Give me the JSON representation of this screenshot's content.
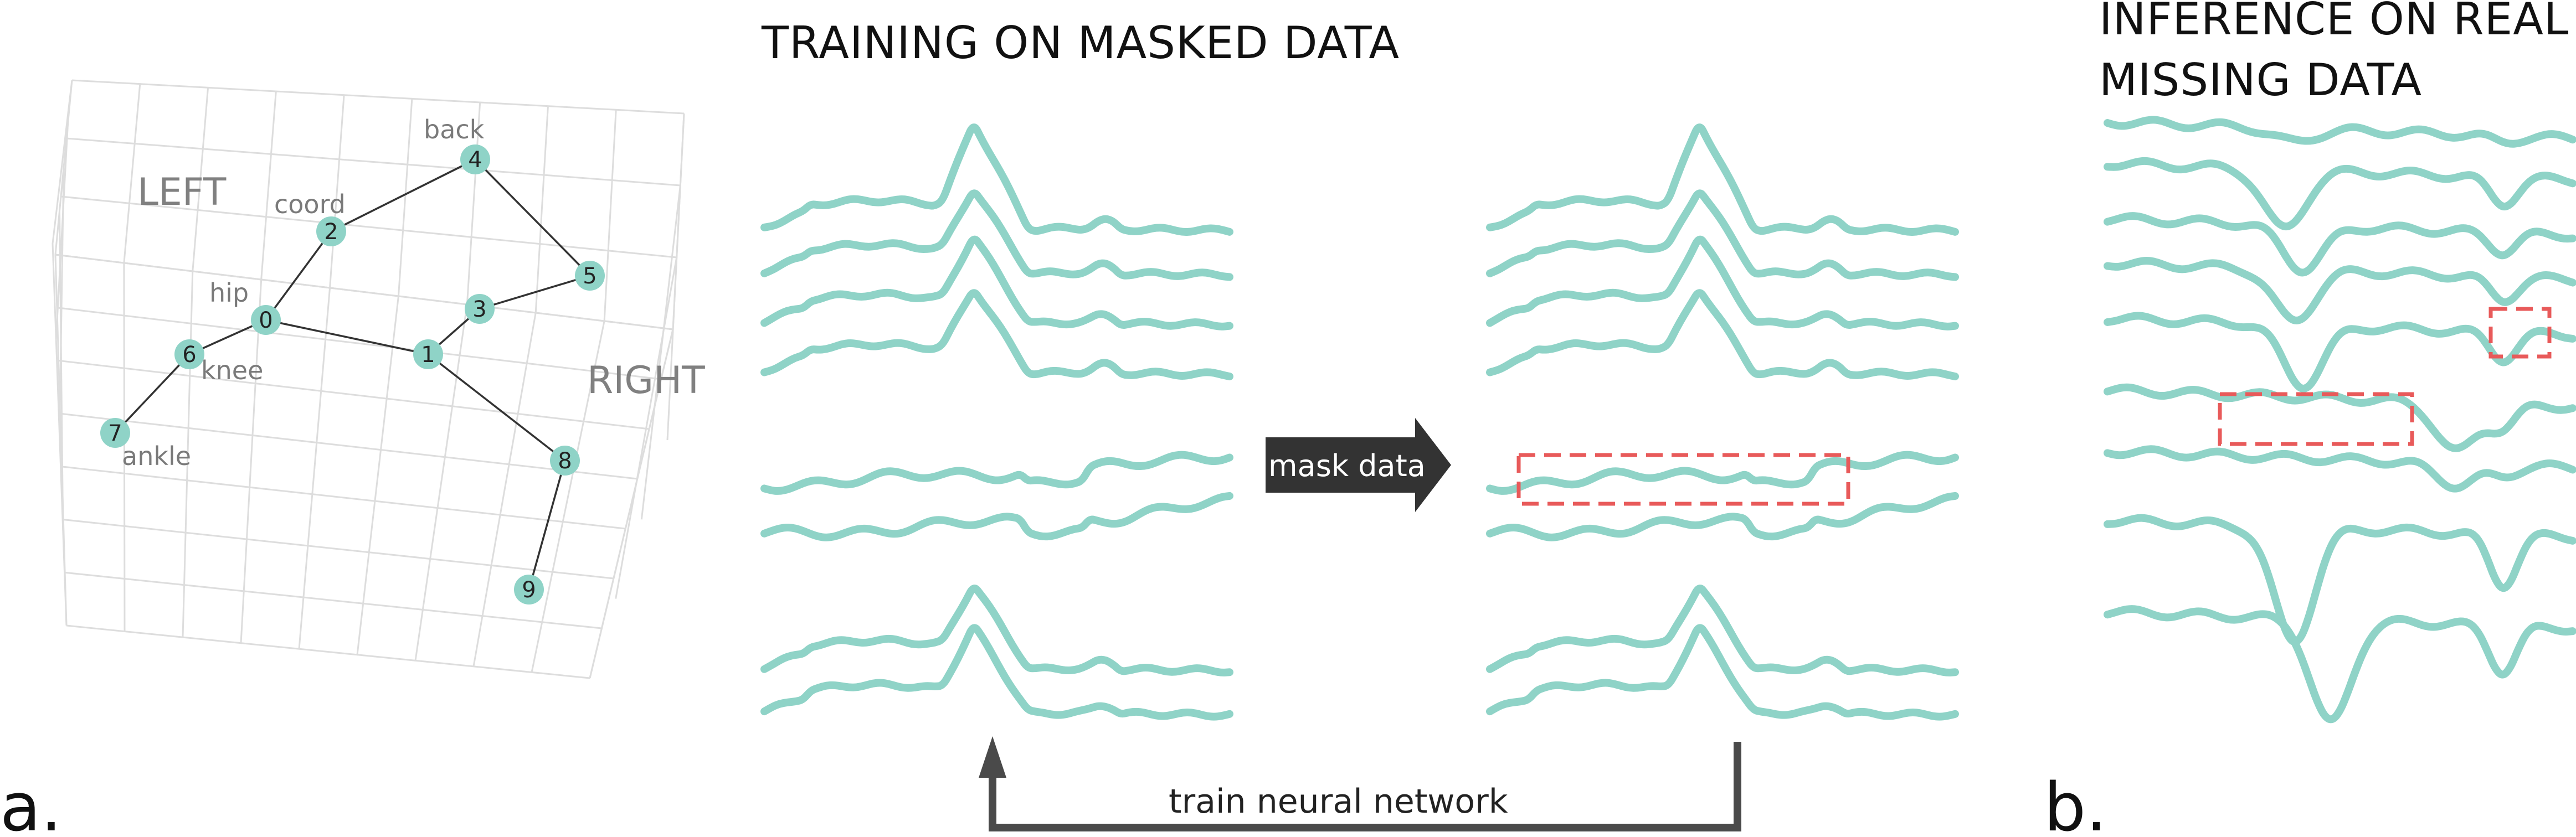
{
  "colors": {
    "trace": "#8fd3c7",
    "node": "#8fd3c7",
    "mask": "#e85a5a",
    "arrow_fill": "#333333",
    "loop_arrow": "#4a4a4a",
    "grid": "#dddddd"
  },
  "panel_a": {
    "letter": "a.",
    "side_left": "LEFT",
    "side_right": "RIGHT",
    "joint_labels": {
      "back": "back",
      "coord": "coord",
      "hip": "hip",
      "knee": "knee",
      "ankle": "ankle"
    },
    "nodes": [
      {
        "id": "0",
        "label": "0"
      },
      {
        "id": "1",
        "label": "1"
      },
      {
        "id": "2",
        "label": "2"
      },
      {
        "id": "3",
        "label": "3"
      },
      {
        "id": "4",
        "label": "4"
      },
      {
        "id": "5",
        "label": "5"
      },
      {
        "id": "6",
        "label": "6"
      },
      {
        "id": "7",
        "label": "7"
      },
      {
        "id": "8",
        "label": "8"
      },
      {
        "id": "9",
        "label": "9"
      }
    ],
    "edges": [
      [
        "0",
        "2"
      ],
      [
        "2",
        "4"
      ],
      [
        "4",
        "5"
      ],
      [
        "5",
        "3"
      ],
      [
        "3",
        "1"
      ],
      [
        "0",
        "1"
      ],
      [
        "0",
        "6"
      ],
      [
        "6",
        "7"
      ],
      [
        "1",
        "8"
      ],
      [
        "8",
        "9"
      ]
    ]
  },
  "training": {
    "heading": "TRAINING ON MASKED DATA",
    "mask_arrow_label": "mask data",
    "loop_label": "train neural network"
  },
  "panel_b": {
    "letter": "b.",
    "heading_line1": "INFERENCE ON REAL",
    "heading_line2": "MISSING DATA"
  }
}
